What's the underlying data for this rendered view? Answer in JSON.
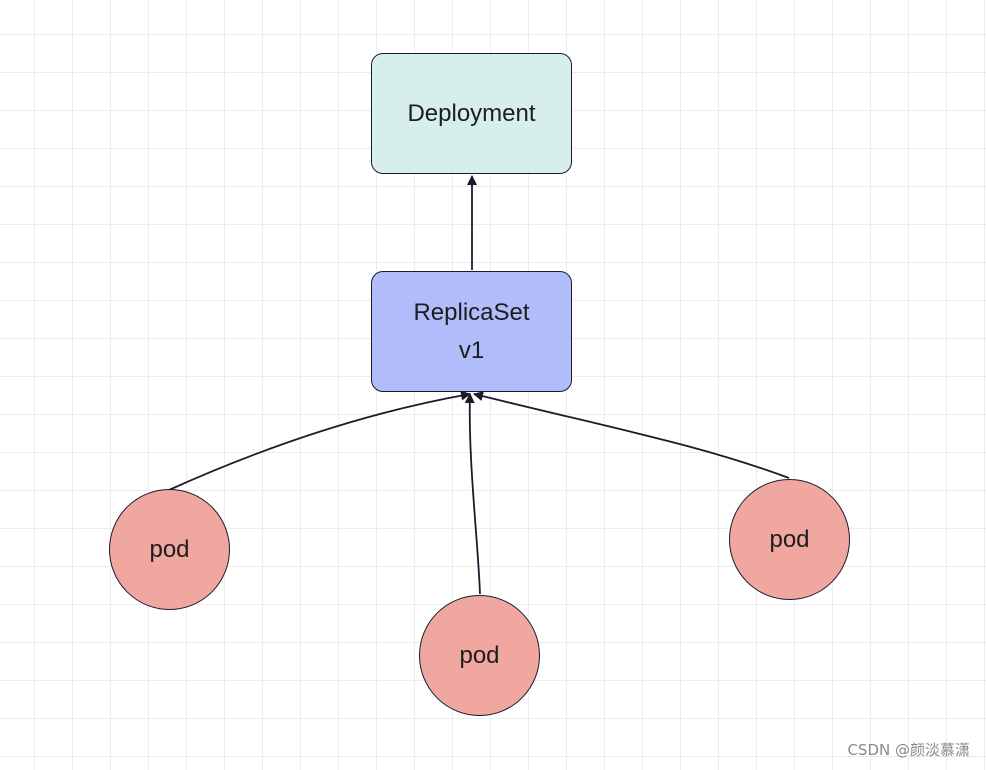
{
  "nodes": {
    "deployment": {
      "label": "Deployment",
      "fill": "#d7efea"
    },
    "replicaset": {
      "label": "ReplicaSet\nv1",
      "fill": "#b1bdfb"
    },
    "pods": [
      {
        "label": "pod",
        "fill": "#f0a79f"
      },
      {
        "label": "pod",
        "fill": "#f0a79f"
      },
      {
        "label": "pod",
        "fill": "#f0a79f"
      }
    ]
  },
  "colors": {
    "stroke": "#1b1b2e",
    "grid": "#ececec"
  },
  "watermark": "CSDN @颜淡慕潇"
}
